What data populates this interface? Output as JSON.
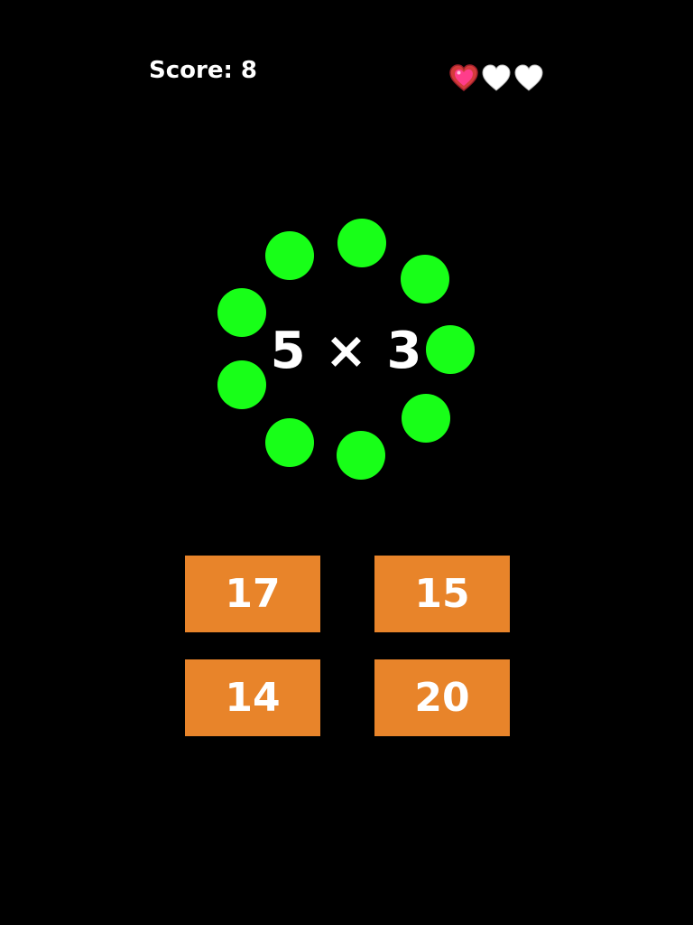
{
  "hud": {
    "score_label": "Score: 8",
    "lives": [
      {
        "state": "remaining",
        "icon": "sparkling-heart-icon",
        "color": "#ff3d8b"
      },
      {
        "state": "lost",
        "icon": "white-heart-icon",
        "color": "#ffffff"
      },
      {
        "state": "lost",
        "icon": "white-heart-icon",
        "color": "#ffffff"
      }
    ]
  },
  "question": {
    "text": "5 × 3",
    "timer_dots_remaining": 9,
    "timer_color": "#18ff18"
  },
  "answers": [
    {
      "label": "17"
    },
    {
      "label": "15"
    },
    {
      "label": "14"
    },
    {
      "label": "20"
    }
  ],
  "colors": {
    "background": "#000000",
    "answer_button": "#e8842a",
    "text": "#ffffff"
  }
}
